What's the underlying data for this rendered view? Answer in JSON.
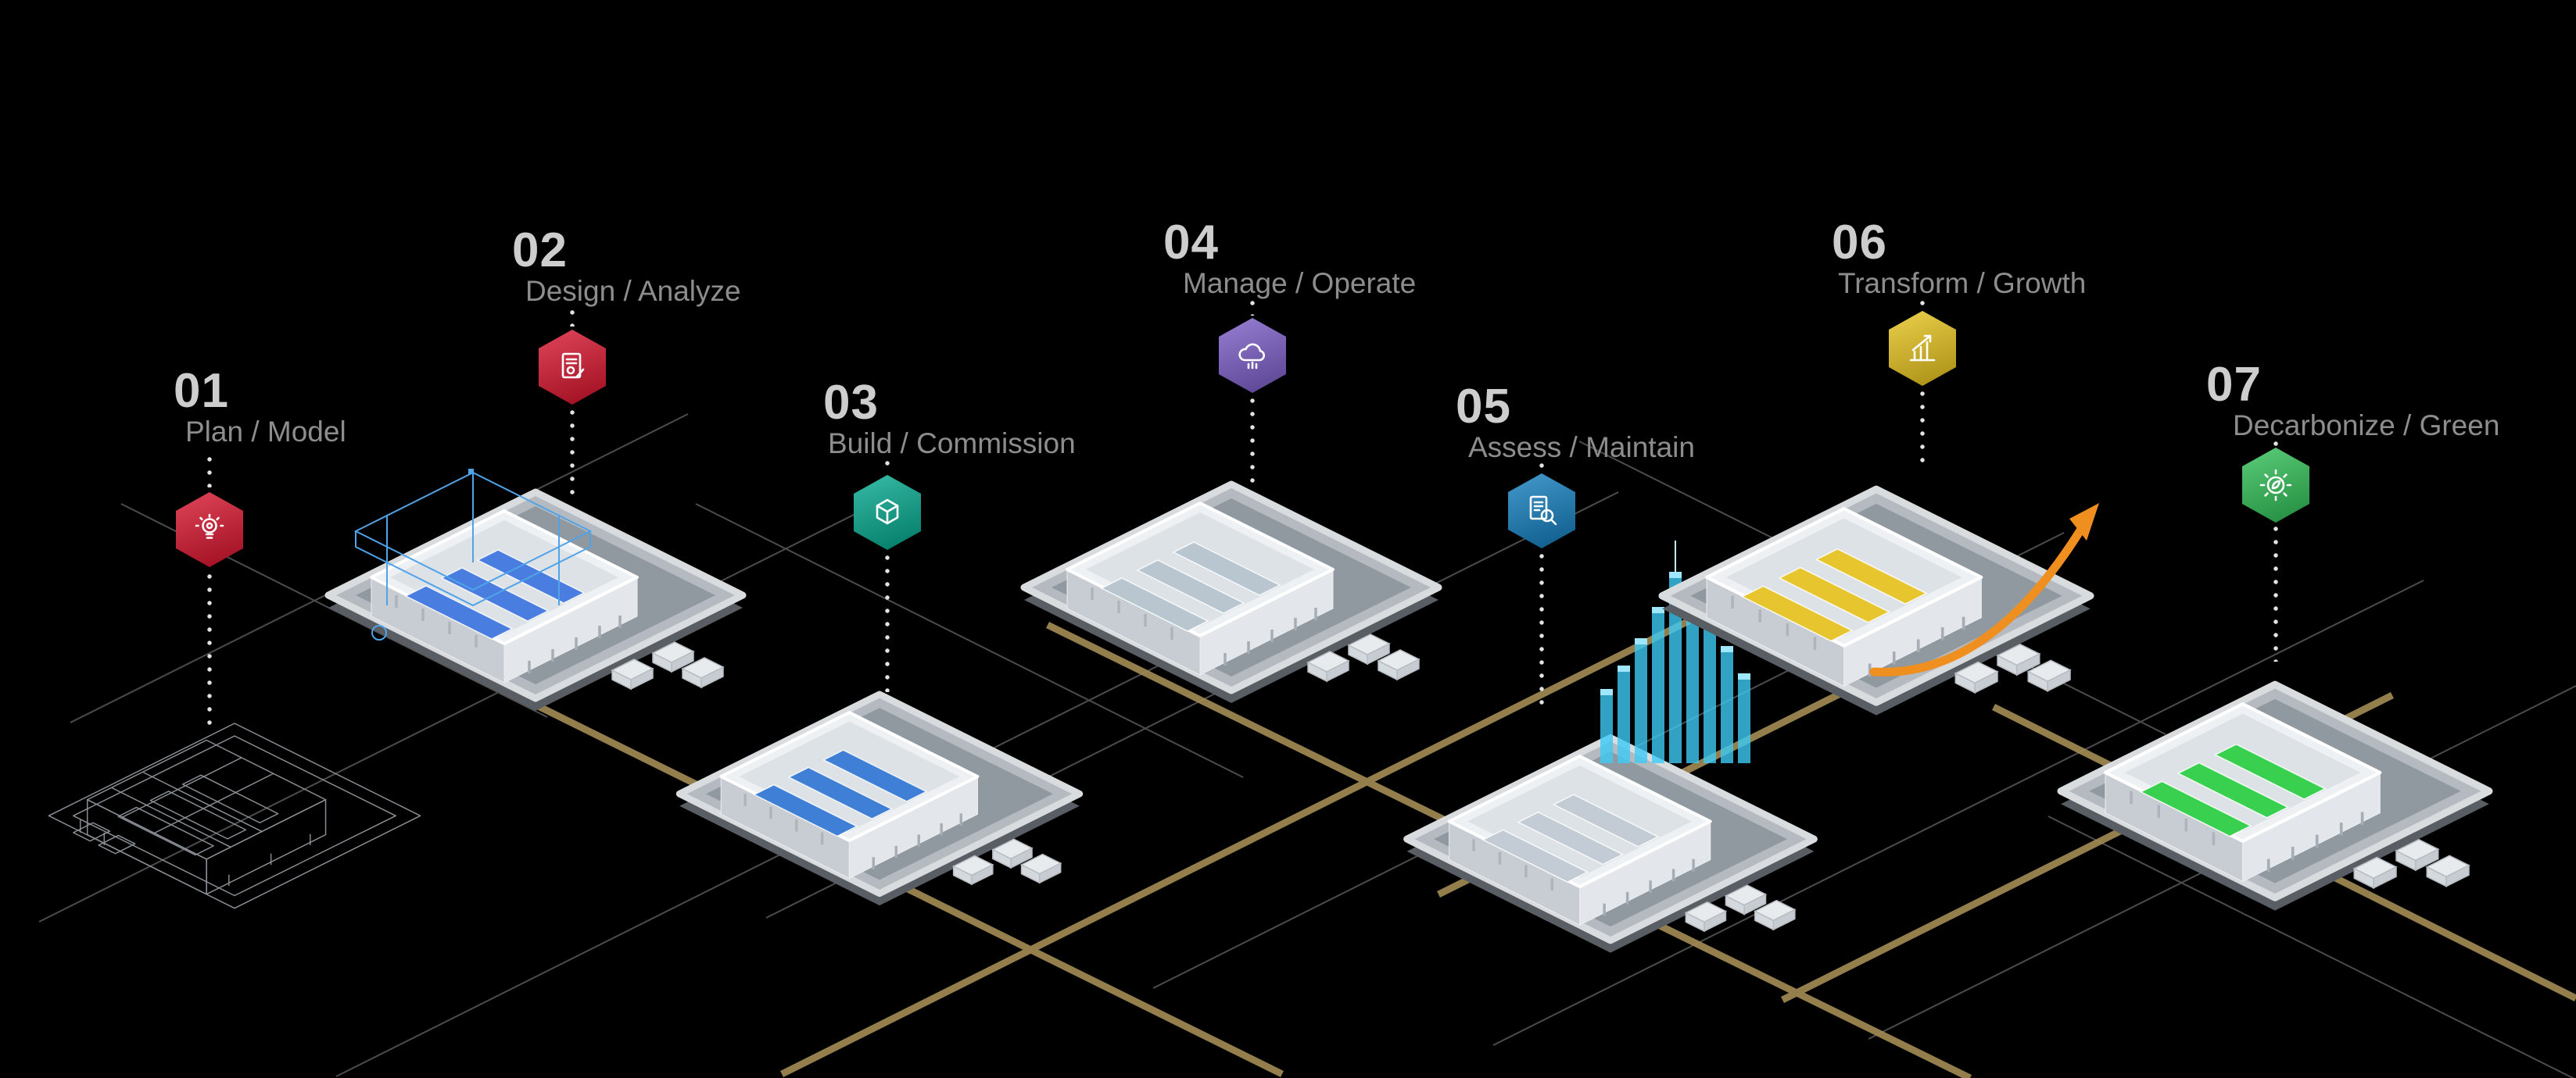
{
  "page": {
    "background": "#000000",
    "road_color": "#a38c55",
    "grid_line_color": "#8a8a8a"
  },
  "stages": [
    {
      "number": "01",
      "label": "Plan / Model",
      "color": "#d8112a",
      "rack_color": "#9aa0a6",
      "icon": "idea-lightbulb-icon"
    },
    {
      "number": "02",
      "label": "Design / Analyze",
      "color": "#d8112a",
      "rack_color": "#4a7de0",
      "icon": "design-document-icon"
    },
    {
      "number": "03",
      "label": "Build / Commission",
      "color": "#00a88e",
      "rack_color": "#3f7fd6",
      "icon": "build-module-icon"
    },
    {
      "number": "04",
      "label": "Manage / Operate",
      "color": "#7a5bc7",
      "rack_color": "#b9c6d0",
      "icon": "cloud-operations-icon"
    },
    {
      "number": "05",
      "label": "Assess / Maintain",
      "color": "#0f7dbe",
      "rack_color": "#c3ccd4",
      "icon": "assessment-document-icon",
      "chart_color": "#3ecbf6"
    },
    {
      "number": "06",
      "label": "Transform / Growth",
      "color": "#e7c31a",
      "rack_color": "#e6c52e",
      "icon": "growth-chart-icon",
      "arrow_color": "#ef8f1f"
    },
    {
      "number": "07",
      "label": "Decarbonize / Green",
      "color": "#2dbf54",
      "rack_color": "#3ad04f",
      "icon": "eco-gear-icon"
    }
  ]
}
